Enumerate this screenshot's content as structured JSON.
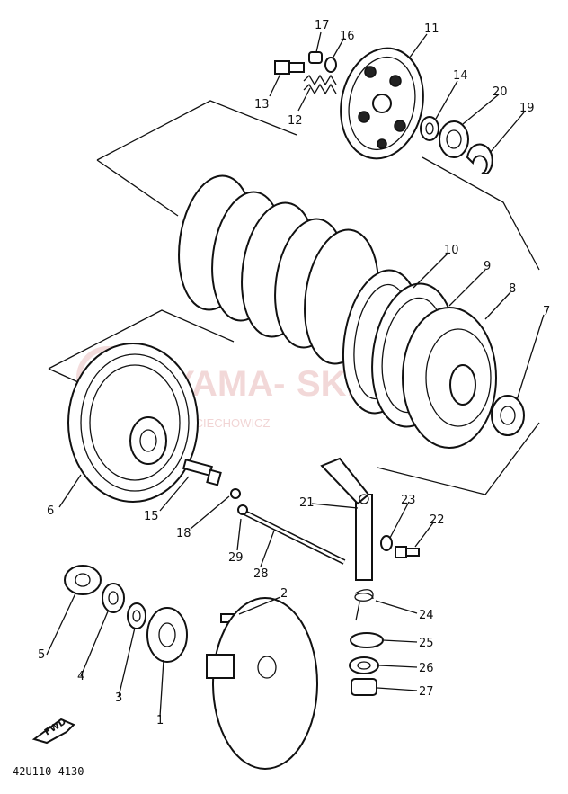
{
  "diagram_code": "42U110-4130",
  "fwd_label": "FWD",
  "watermark": {
    "brand": "YAMA-",
    "brand_tail": "SKLEP",
    "line2": "OJCIECHOWICZ"
  },
  "parts": [
    {
      "id": "1"
    },
    {
      "id": "2"
    },
    {
      "id": "3"
    },
    {
      "id": "4"
    },
    {
      "id": "5"
    },
    {
      "id": "6"
    },
    {
      "id": "7"
    },
    {
      "id": "8"
    },
    {
      "id": "9"
    },
    {
      "id": "10"
    },
    {
      "id": "11"
    },
    {
      "id": "12"
    },
    {
      "id": "13"
    },
    {
      "id": "14"
    },
    {
      "id": "15"
    },
    {
      "id": "16"
    },
    {
      "id": "17"
    },
    {
      "id": "18"
    },
    {
      "id": "19"
    },
    {
      "id": "20"
    },
    {
      "id": "21"
    },
    {
      "id": "22"
    },
    {
      "id": "23"
    },
    {
      "id": "24"
    },
    {
      "id": "25"
    },
    {
      "id": "26"
    },
    {
      "id": "27"
    },
    {
      "id": "28"
    },
    {
      "id": "29"
    }
  ]
}
